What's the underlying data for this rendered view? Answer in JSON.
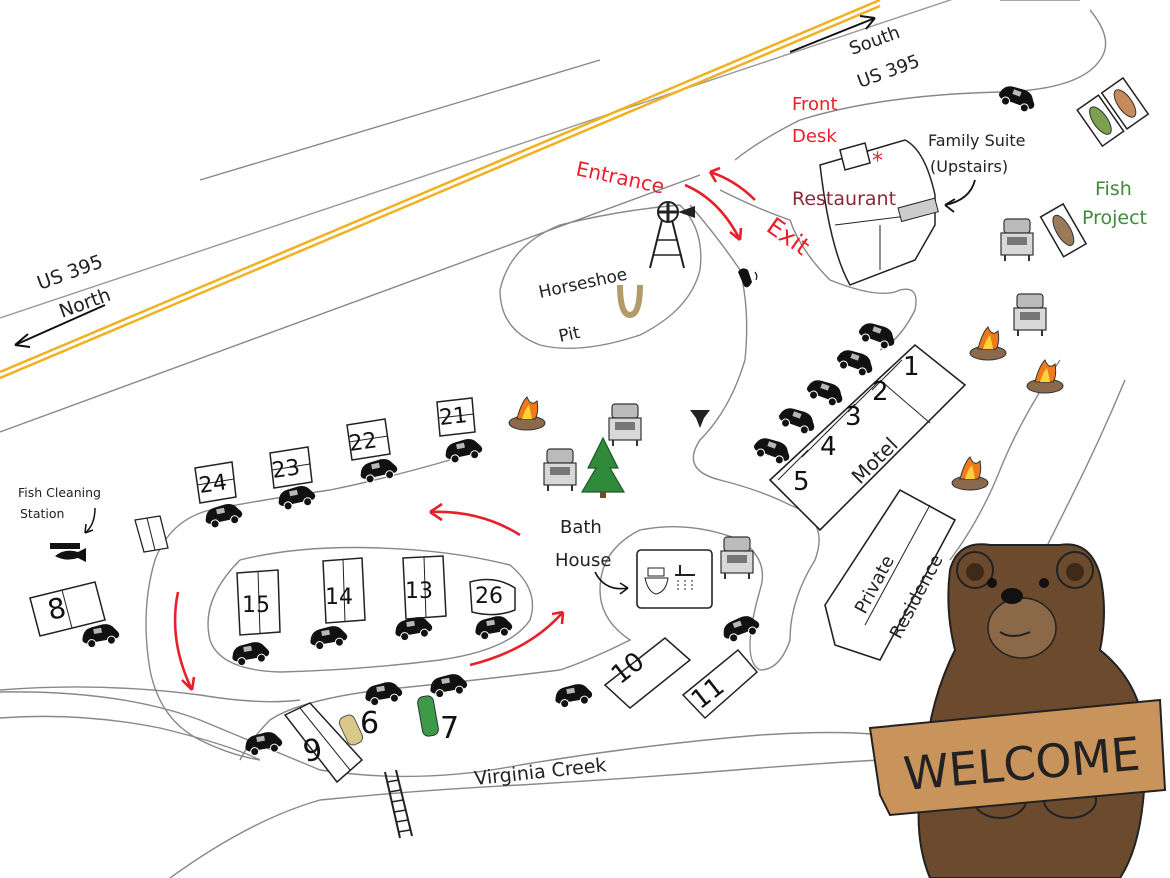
{
  "highway": {
    "north_label_line1": "US 395",
    "north_label_line2": "North",
    "south_label_line1": "South",
    "south_label_line2": "US 395"
  },
  "labels": {
    "entrance": "Entrance",
    "exit": "Exit",
    "front_desk_line1": "Front",
    "front_desk_line2": "Desk",
    "family_suite_line1": "Family Suite",
    "family_suite_line2": "(Upstairs)",
    "restaurant": "Restaurant",
    "fish_project_line1": "Fish",
    "fish_project_line2": "Project",
    "horseshoe_line1": "Horseshoe",
    "horseshoe_line2": "Pit",
    "fish_cleaning_line1": "Fish Cleaning",
    "fish_cleaning_line2": "Station",
    "bath_house_line1": "Bath",
    "bath_house_line2": "House",
    "motel": "Motel",
    "private_residence_line1": "Private",
    "private_residence_line2": "Residence",
    "creek": "Virginia Creek",
    "welcome": "WELCOME"
  },
  "sites": {
    "s1": "1",
    "s2": "2",
    "s3": "3",
    "s4": "4",
    "s5": "5",
    "s6": "6",
    "s7": "7",
    "s8": "8",
    "s9": "9",
    "s10": "10",
    "s11": "11",
    "s13": "13",
    "s14": "14",
    "s15": "15",
    "s21": "21",
    "s22": "22",
    "s23": "23",
    "s24": "24",
    "s26": "26"
  },
  "colors": {
    "highway_stripe": "#f0b020",
    "accent_red": "#e8202a",
    "restaurant": "#8a2a38",
    "fish_project": "#3f8a3a",
    "bear_brown": "#6b4a2e",
    "sign_wood": "#c9935c"
  },
  "icons": [
    "car-icon",
    "campfire-icon",
    "grill-icon",
    "pine-tree-icon",
    "windmill-icon",
    "horseshoe-icon",
    "phone-icon",
    "ev-charger-icon",
    "fish-icon",
    "toilet-icon",
    "shower-icon",
    "bridge-icon",
    "bear-icon"
  ]
}
